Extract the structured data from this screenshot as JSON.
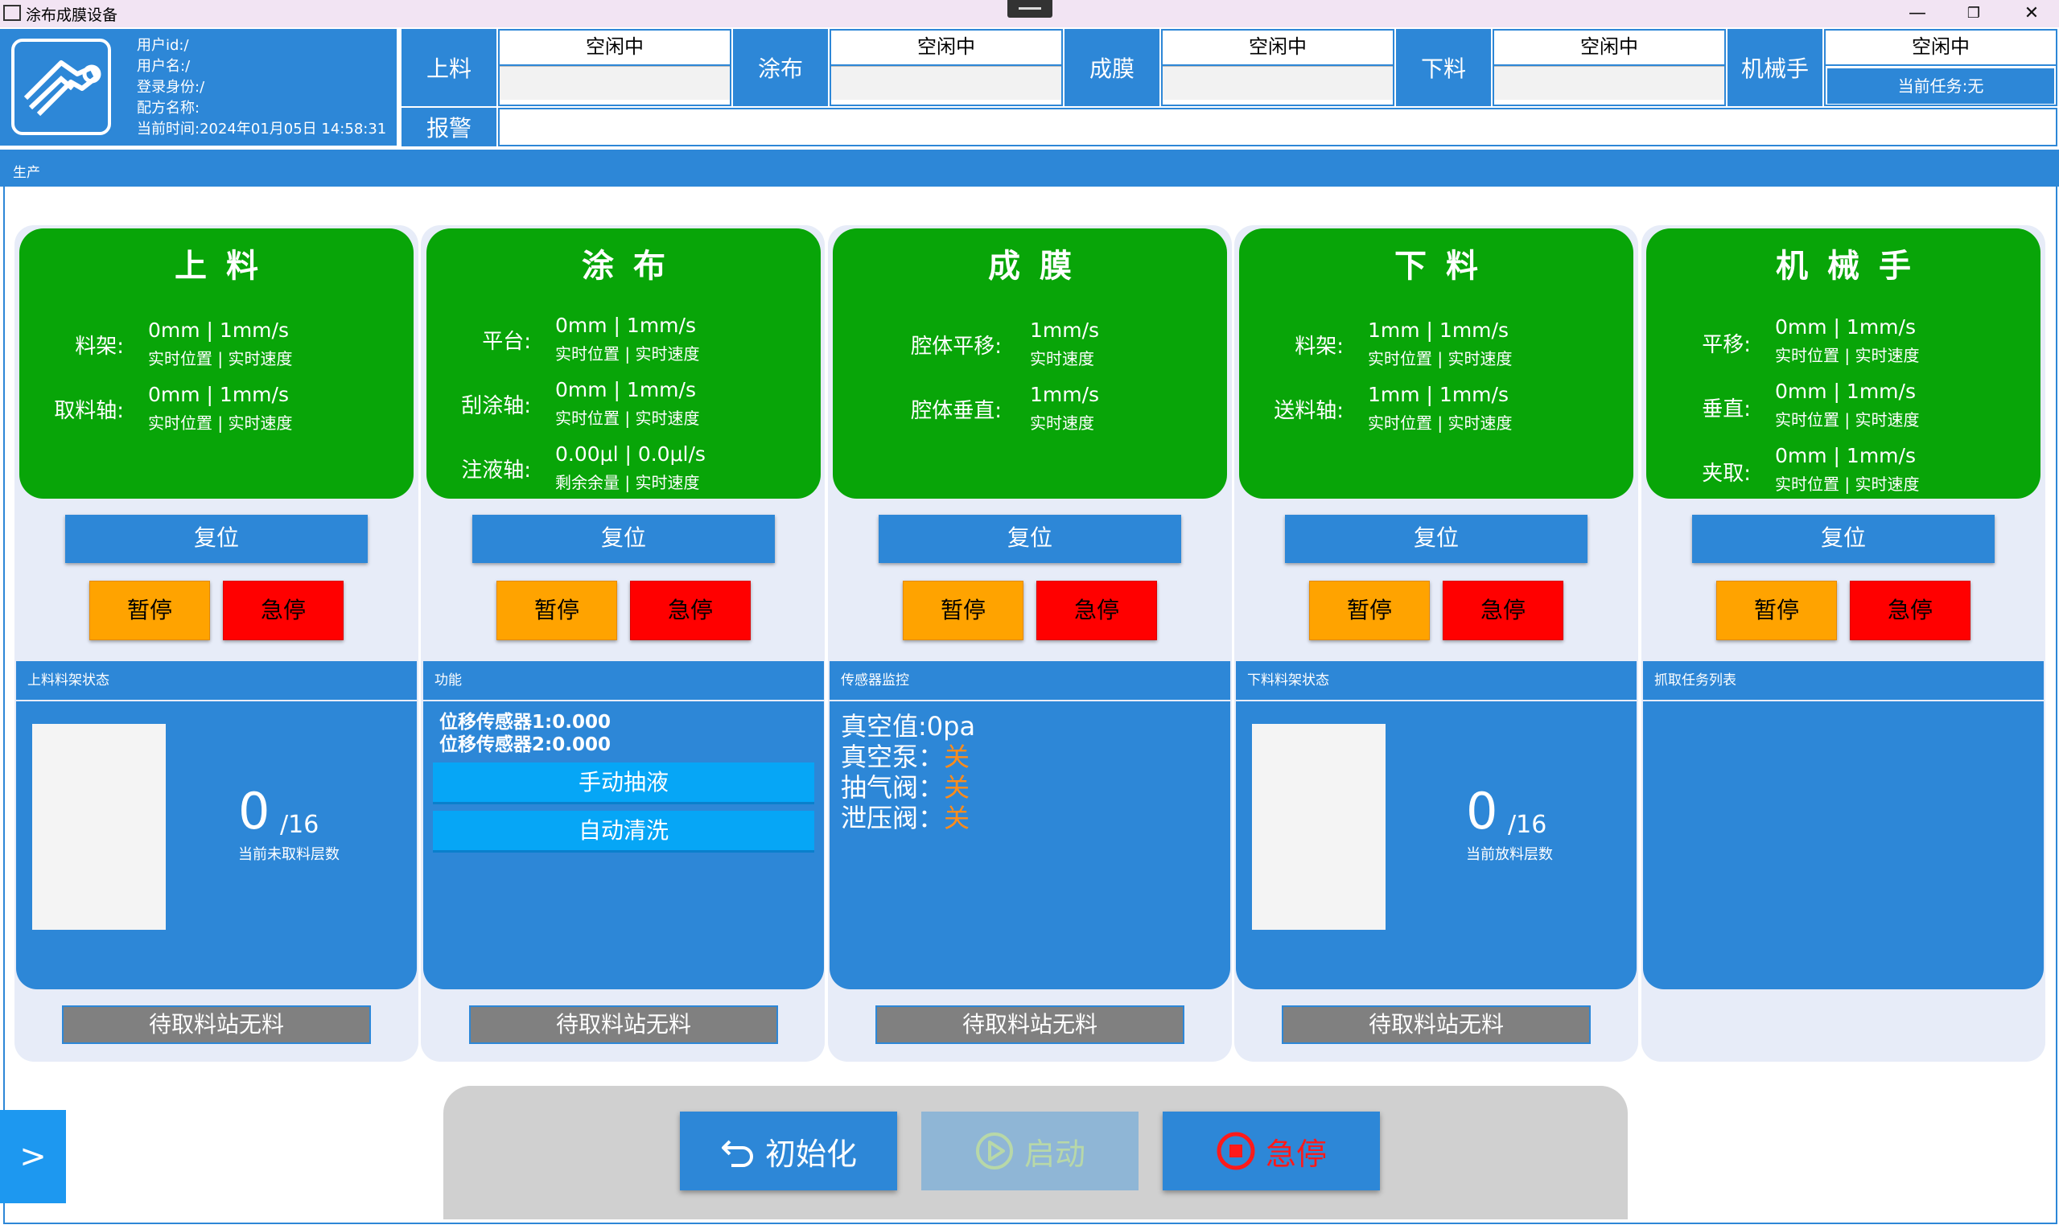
{
  "window": {
    "title": "涂布成膜设备",
    "minimize_glyph": "—",
    "restore_glyph": "❐",
    "close_glyph": "✕"
  },
  "user": {
    "id_line": "用户id:/",
    "name_line": "用户名:/",
    "role_line": "登录身份:/",
    "recipe_line": "配方名称:",
    "time_line": "当前时间:2024年01月05日 14:58:31"
  },
  "header": {
    "stations": [
      {
        "label": "上料",
        "status": "空闲中"
      },
      {
        "label": "涂布",
        "status": "空闲中"
      },
      {
        "label": "成膜",
        "status": "空闲中"
      },
      {
        "label": "下料",
        "status": "空闲中"
      },
      {
        "label": "机械手",
        "status": "空闲中",
        "task": "当前任务:无"
      }
    ],
    "alarm_label": "报警",
    "alarm_text": ""
  },
  "section_tab": "生产",
  "modules": [
    {
      "title": "上料",
      "rows": [
        {
          "label": "料架:",
          "value": "0mm | 1mm/s",
          "sub": "实时位置 | 实时速度"
        },
        {
          "label": "取料轴:",
          "value": "0mm | 1mm/s",
          "sub": "实时位置 | 实时速度"
        }
      ],
      "reset": "复位",
      "pause": "暂停",
      "estop": "急停",
      "panel_title": "上料料架状态",
      "count": "0",
      "total": "/16",
      "count_caption": "当前未取料层数",
      "station_btn": "待取料站无料"
    },
    {
      "title": "涂布",
      "rows": [
        {
          "label": "平台:",
          "value": "0mm | 1mm/s",
          "sub": "实时位置 | 实时速度"
        },
        {
          "label": "刮涂轴:",
          "value": "0mm | 1mm/s",
          "sub": "实时位置 | 实时速度"
        },
        {
          "label": "注液轴:",
          "value": "0.00μl | 0.0μl/s",
          "sub": "剩余余量 | 实时速度"
        }
      ],
      "reset": "复位",
      "pause": "暂停",
      "estop": "急停",
      "panel_title": "功能",
      "sensor1": "位移传感器1:0.000",
      "sensor2": "位移传感器2:0.000",
      "fn1": "手动抽液",
      "fn2": "自动清洗",
      "station_btn": "待取料站无料"
    },
    {
      "title": "成膜",
      "rows": [
        {
          "label": "腔体平移:",
          "value": "1mm/s",
          "sub": "实时速度"
        },
        {
          "label": "腔体垂直:",
          "value": "1mm/s",
          "sub": "实时速度"
        }
      ],
      "reset": "复位",
      "pause": "暂停",
      "estop": "急停",
      "panel_title": "传感器监控",
      "vacuum_value": "真空值:0pa",
      "sensors": [
        {
          "label": "真空泵：",
          "state": "关"
        },
        {
          "label": "抽气阀：",
          "state": "关"
        },
        {
          "label": "泄压阀：",
          "state": "关"
        }
      ],
      "station_btn": "待取料站无料"
    },
    {
      "title": "下料",
      "rows": [
        {
          "label": "料架:",
          "value": "1mm | 1mm/s",
          "sub": "实时位置 | 实时速度"
        },
        {
          "label": "送料轴:",
          "value": "1mm | 1mm/s",
          "sub": "实时位置 | 实时速度"
        }
      ],
      "reset": "复位",
      "pause": "暂停",
      "estop": "急停",
      "panel_title": "下料料架状态",
      "count": "0",
      "total": "/16",
      "count_caption": "当前放料层数",
      "station_btn": "待取料站无料"
    },
    {
      "title": "机械手",
      "rows": [
        {
          "label": "平移:",
          "value": "0mm | 1mm/s",
          "sub": "实时位置 | 实时速度"
        },
        {
          "label": "垂直:",
          "value": "0mm | 1mm/s",
          "sub": "实时位置 | 实时速度"
        },
        {
          "label": "夹取:",
          "value": "0mm | 1mm/s",
          "sub": "实时位置 | 实时速度"
        }
      ],
      "reset": "复位",
      "pause": "暂停",
      "estop": "急停",
      "panel_title": "抓取任务列表"
    }
  ],
  "controls": {
    "init": "初始化",
    "start": "启动",
    "estop": "急停"
  },
  "side_toggle": ">",
  "colors": {
    "blue": "#2d87d7",
    "green": "#08a508",
    "orange": "#ffa300",
    "red": "#ff0000",
    "gray": "#808080"
  }
}
